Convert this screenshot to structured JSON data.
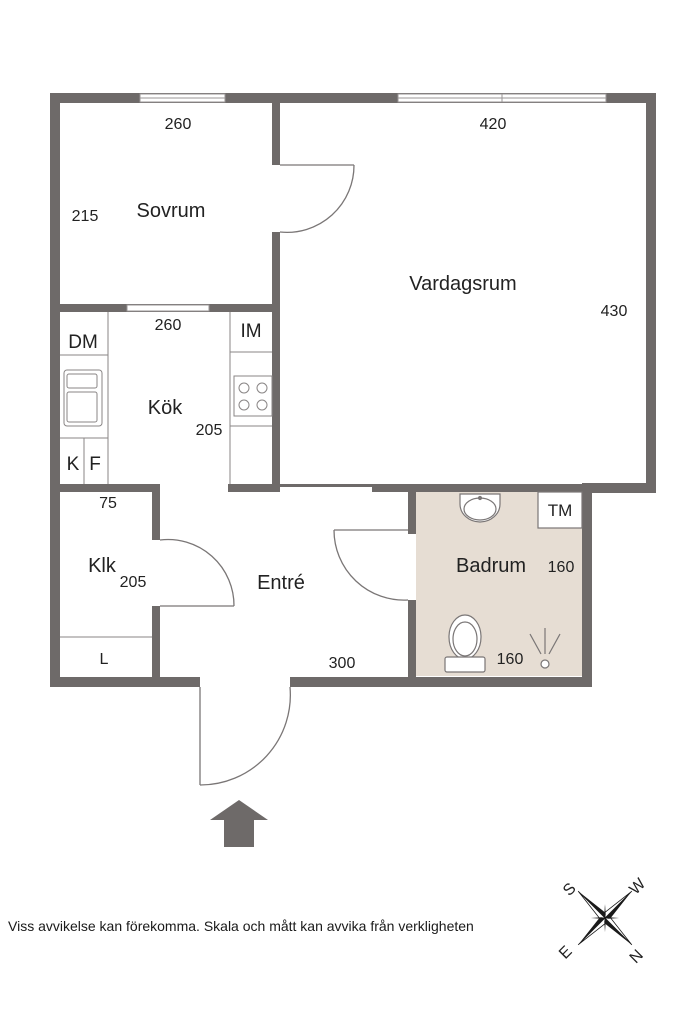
{
  "rooms": {
    "sovrum": "Sovrum",
    "vardagsrum": "Vardagsrum",
    "kok": "Kök",
    "klk": "Klk",
    "entre": "Entré",
    "badrum": "Badrum"
  },
  "dimensions": {
    "sovrum_width": "260",
    "sovrum_depth": "215",
    "vardagsrum_width": "420",
    "vardagsrum_depth": "430",
    "kok_width": "260",
    "kok_depth": "205",
    "klk_width": "75",
    "klk_depth": "205",
    "entre_width": "300",
    "badrum_depth": "160",
    "badrum_width": "160"
  },
  "fixtures": {
    "dm": "DM",
    "im": "IM",
    "k": "K",
    "f": "F",
    "l": "L",
    "tm": "TM"
  },
  "compass": {
    "s": "S",
    "w": "W",
    "e": "E",
    "n": "N"
  },
  "colors": {
    "wall": "#6e6a69",
    "bath_floor": "#e6ddd3",
    "arrow": "#6e6a69"
  },
  "disclaimer": "Viss avvikelse kan förekomma. Skala och mått kan avvika från verkligheten"
}
